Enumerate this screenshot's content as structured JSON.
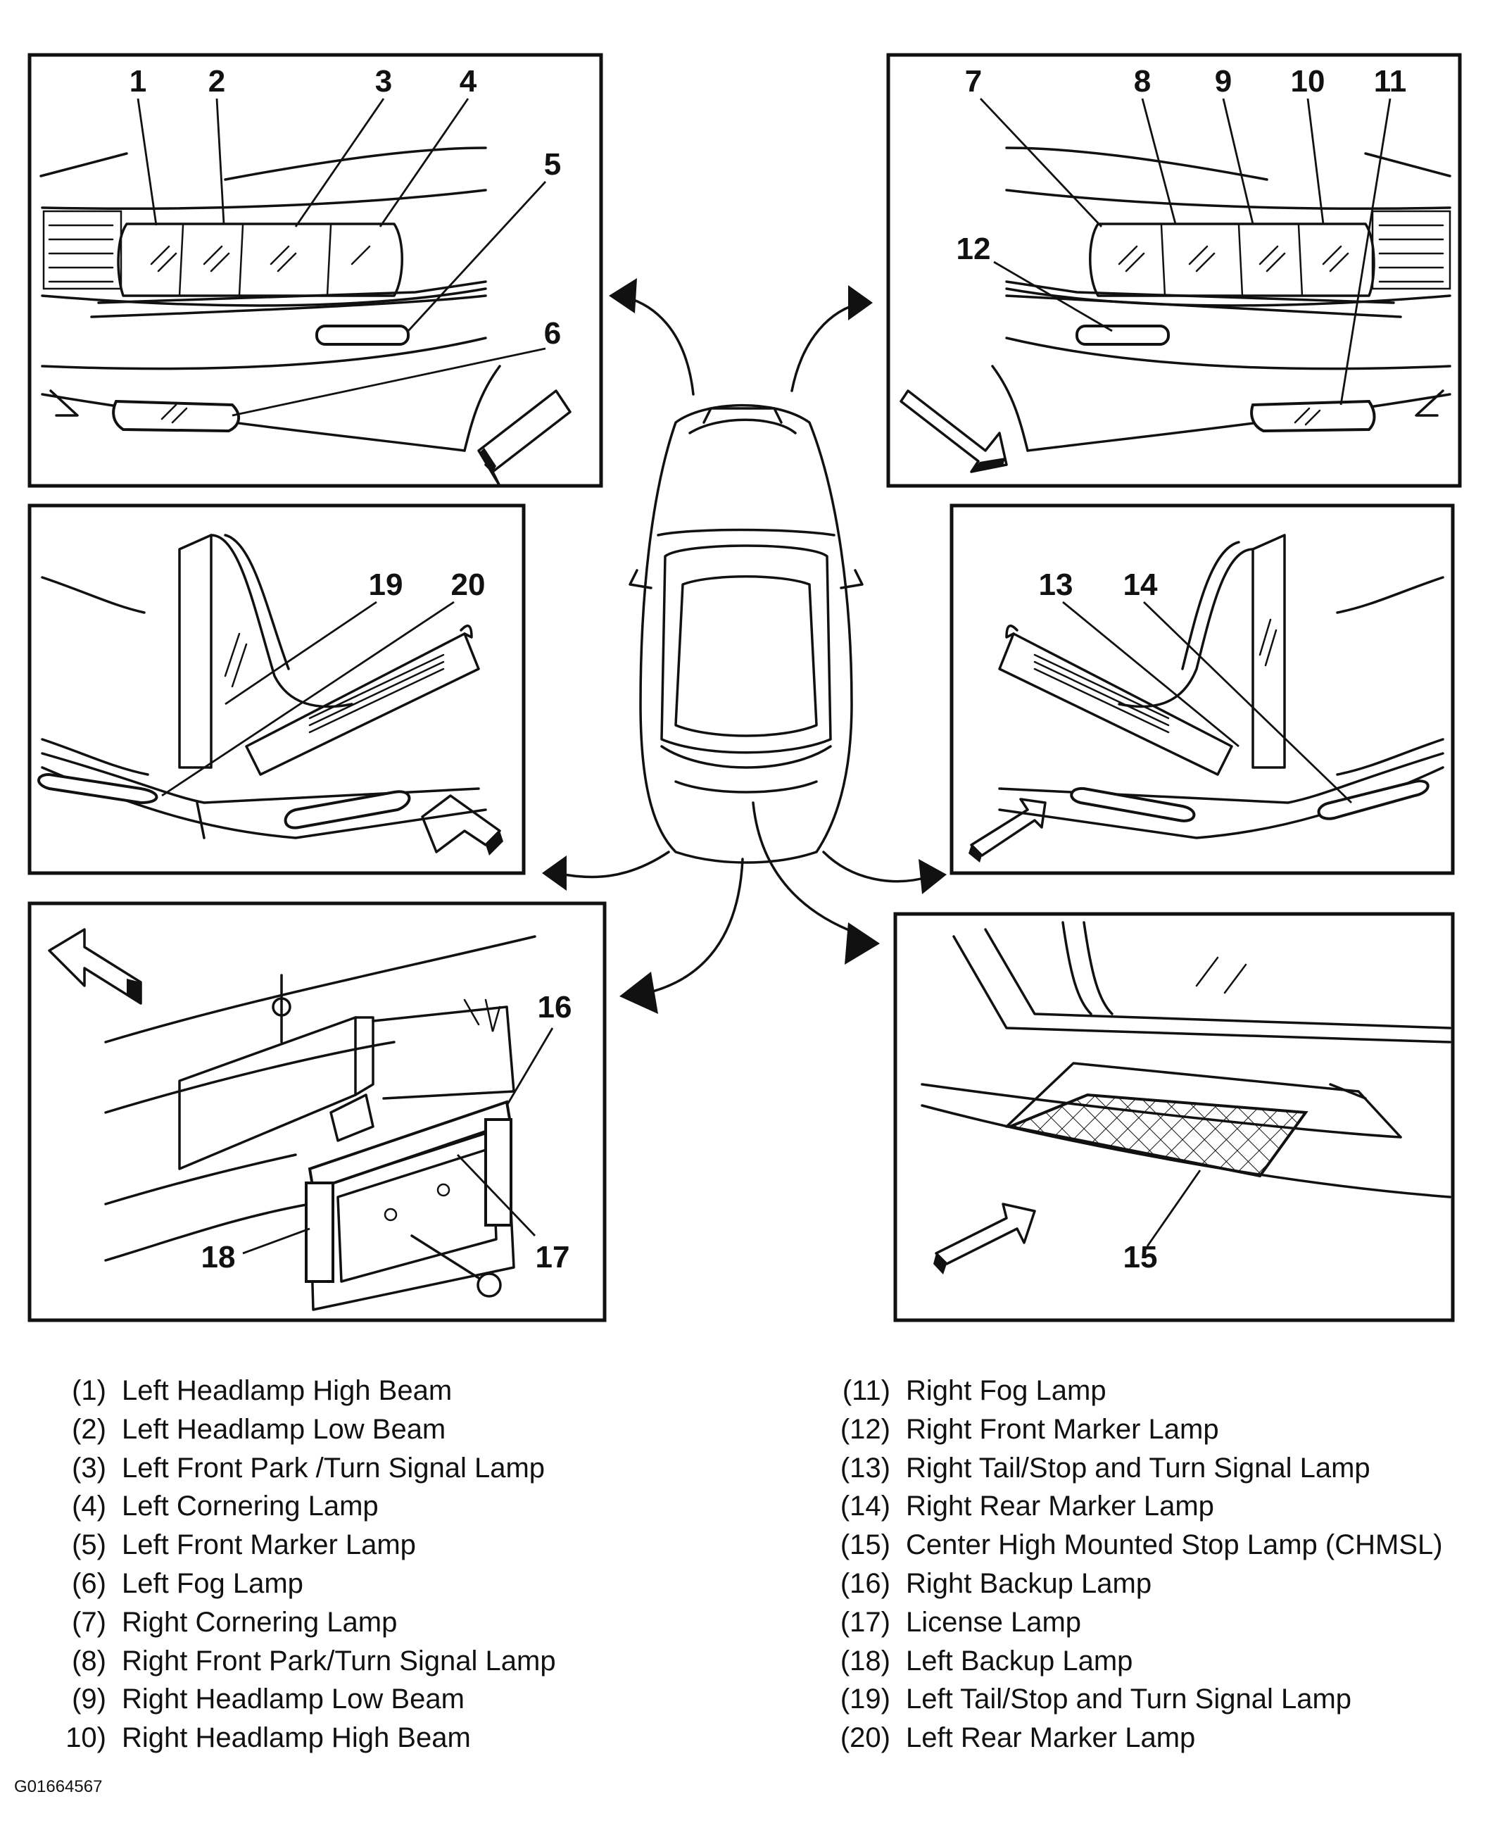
{
  "figure_id": "G01664567",
  "callouts": [
    "1",
    "2",
    "3",
    "4",
    "5",
    "6",
    "7",
    "8",
    "9",
    "10",
    "11",
    "12",
    "13",
    "14",
    "15",
    "16",
    "17",
    "18",
    "19",
    "20"
  ],
  "legend_left": [
    {
      "num": "(1)",
      "label": "Left Headlamp High Beam"
    },
    {
      "num": "(2)",
      "label": "Left Headlamp Low Beam"
    },
    {
      "num": "(3)",
      "label": "Left Front Park /Turn Signal Lamp"
    },
    {
      "num": "(4)",
      "label": "Left Cornering Lamp"
    },
    {
      "num": "(5)",
      "label": "Left Front Marker Lamp"
    },
    {
      "num": "(6)",
      "label": "Left Fog Lamp"
    },
    {
      "num": "(7)",
      "label": "Right Cornering Lamp"
    },
    {
      "num": "(8)",
      "label": "Right Front Park/Turn Signal Lamp"
    },
    {
      "num": "(9)",
      "label": "Right Headlamp Low Beam"
    },
    {
      "num": "10)",
      "label": "Right Headlamp High Beam"
    }
  ],
  "legend_right": [
    {
      "num": "(11)",
      "label": "Right Fog Lamp"
    },
    {
      "num": "(12)",
      "label": "Right Front Marker Lamp"
    },
    {
      "num": "(13)",
      "label": "Right Tail/Stop and Turn Signal Lamp"
    },
    {
      "num": "(14)",
      "label": "Right Rear Marker Lamp"
    },
    {
      "num": "(15)",
      "label": "Center High Mounted Stop Lamp (CHMSL)"
    },
    {
      "num": "(16)",
      "label": "Right Backup Lamp"
    },
    {
      "num": "(17)",
      "label": "License Lamp"
    },
    {
      "num": "(18)",
      "label": "Left Backup Lamp"
    },
    {
      "num": "(19)",
      "label": "Left Tail/Stop and Turn Signal Lamp"
    },
    {
      "num": "(20)",
      "label": "Left Rear Marker Lamp"
    }
  ]
}
